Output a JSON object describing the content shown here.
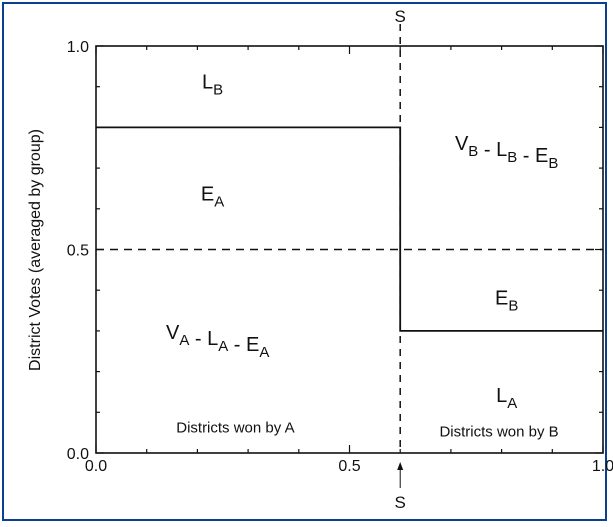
{
  "chart_data": {
    "type": "line",
    "xlabel": "",
    "ylabel": "District Votes (averaged by group)",
    "xlim": [
      0.0,
      1.0
    ],
    "ylim": [
      0.0,
      1.0
    ],
    "x_ticks": [
      "0.0",
      "0.5",
      "1.0"
    ],
    "y_ticks": [
      "0.0",
      "0.5",
      "1.0"
    ],
    "x_tick_values": [
      0.0,
      0.5,
      1.0
    ],
    "y_tick_values": [
      0.0,
      0.5,
      1.0
    ],
    "minor_tick_step": 0.1,
    "grid": false,
    "divider_x": 0.6,
    "divider_label_top": "S",
    "divider_label_bottom": "S",
    "half_line_y": 0.5,
    "series": [
      {
        "points": [
          [
            0.0,
            0.8
          ],
          [
            0.6,
            0.8
          ],
          [
            0.6,
            0.3
          ],
          [
            1.0,
            0.3
          ]
        ]
      }
    ],
    "annotations": [
      {
        "id": "lb",
        "parts": [
          [
            "L",
            "B"
          ]
        ],
        "x": 0.23,
        "y": 0.895
      },
      {
        "id": "ea",
        "parts": [
          [
            "E",
            "A"
          ]
        ],
        "x": 0.23,
        "y": 0.62
      },
      {
        "id": "va",
        "parts": [
          [
            "V",
            "A"
          ],
          [
            "L",
            "A"
          ],
          [
            "E",
            "A"
          ]
        ],
        "sep": " - ",
        "x": 0.24,
        "y": 0.28
      },
      {
        "id": "vb",
        "parts": [
          [
            "V",
            "B"
          ],
          [
            "L",
            "B"
          ],
          [
            "E",
            "B"
          ]
        ],
        "sep": " - ",
        "x": 0.81,
        "y": 0.745
      },
      {
        "id": "eb",
        "parts": [
          [
            "E",
            "B"
          ]
        ],
        "x": 0.81,
        "y": 0.365
      },
      {
        "id": "la",
        "parts": [
          [
            "L",
            "A"
          ]
        ],
        "x": 0.81,
        "y": 0.125
      }
    ],
    "region_labels": [
      {
        "text": "Districts won by A",
        "x": 0.275,
        "y": 0.05
      },
      {
        "text": "Districts won by B",
        "x": 0.795,
        "y": 0.04
      }
    ]
  }
}
